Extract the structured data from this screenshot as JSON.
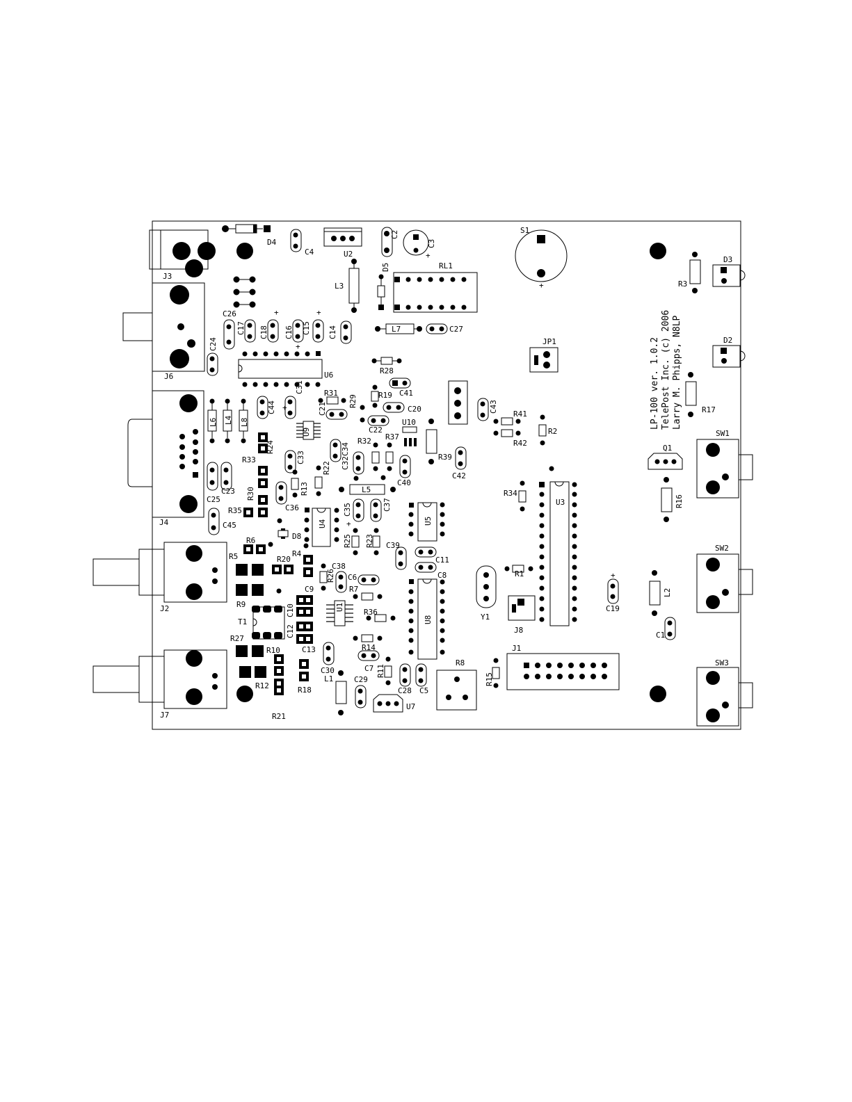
{
  "board": {
    "title_lines": [
      "LP-100 ver. 1.0.2",
      "TelePost Inc. (c) 2006",
      "Larry M. Phipps, N8LP"
    ]
  },
  "connectors": {
    "J1": "J1",
    "J2": "J2",
    "J3": "J3",
    "J4": "J4",
    "J6": "J6",
    "J7": "J7",
    "J8": "J8",
    "JP1": "JP1"
  },
  "switches": {
    "S1": "S1",
    "SW1": "SW1",
    "SW2": "SW2",
    "SW3": "SW3"
  },
  "ics": {
    "U1": "U1",
    "U2": "U2",
    "U3": "U3",
    "U4": "U4",
    "U5": "U5",
    "U6": "U6",
    "U7": "U7",
    "U8": "U8",
    "U9": "U9",
    "U10": "U10",
    "RL1": "RL1",
    "T1": "T1",
    "Y1": "Y1",
    "Q1": "Q1"
  },
  "diodes": {
    "D2": "D2",
    "D3": "D3",
    "D4": "D4",
    "D5": "D5",
    "D8": "D8"
  },
  "inductors": {
    "L1": "L1",
    "L2": "L2",
    "L3": "L3",
    "L4": "L4",
    "L5": "L5",
    "L6": "L6",
    "L7": "L7",
    "L8": "L8"
  },
  "resistors": {
    "R1": "R1",
    "R2": "R2",
    "R3": "R3",
    "R4": "R4",
    "R5": "R5",
    "R6": "R6",
    "R7": "R7",
    "R8": "R8",
    "R9": "R9",
    "R10": "R10",
    "R11": "R11",
    "R12": "R12",
    "R13": "R13",
    "R14": "R14",
    "R15": "R15",
    "R16": "R16",
    "R17": "R17",
    "R18": "R18",
    "R19": "R19",
    "R20": "R20",
    "R21": "R21",
    "R22": "R22",
    "R23": "R23",
    "R24": "R24",
    "R25": "R25",
    "R26": "R26",
    "R27": "R27",
    "R28": "R28",
    "R29": "R29",
    "R30": "R30",
    "R31": "R31",
    "R32": "R32",
    "R33": "R33",
    "R34": "R34",
    "R35": "R35",
    "R36": "R36",
    "R37": "R37",
    "R39": "R39",
    "R41": "R41",
    "R42": "R42"
  },
  "capacitors": {
    "C1": "C1",
    "C2": "C2",
    "C3": "C3",
    "C4": "C4",
    "C5": "C5",
    "C6": "C6",
    "C7": "C7",
    "C8": "C8",
    "C9": "C9",
    "C10": "C10",
    "C11": "C11",
    "C12": "C12",
    "C13": "C13",
    "C14": "C14",
    "C15": "C15",
    "C16": "C16",
    "C17": "C17",
    "C18": "C18",
    "C19": "C19",
    "C20": "C20",
    "C21": "C21",
    "C22": "C22",
    "C23": "C23",
    "C24": "C24",
    "C25": "C25",
    "C26": "C26",
    "C27": "C27",
    "C28": "C28",
    "C29": "C29",
    "C30": "C30",
    "C31": "C31",
    "C32": "C32",
    "C33": "C33",
    "C34": "C34",
    "C35": "C35",
    "C36": "C36",
    "C37": "C37",
    "C38": "C38",
    "C39": "C39",
    "C40": "C40",
    "C41": "C41",
    "C42": "C42",
    "C43": "C43",
    "C44": "C44",
    "C45": "C45"
  },
  "polarity_mark": "+"
}
